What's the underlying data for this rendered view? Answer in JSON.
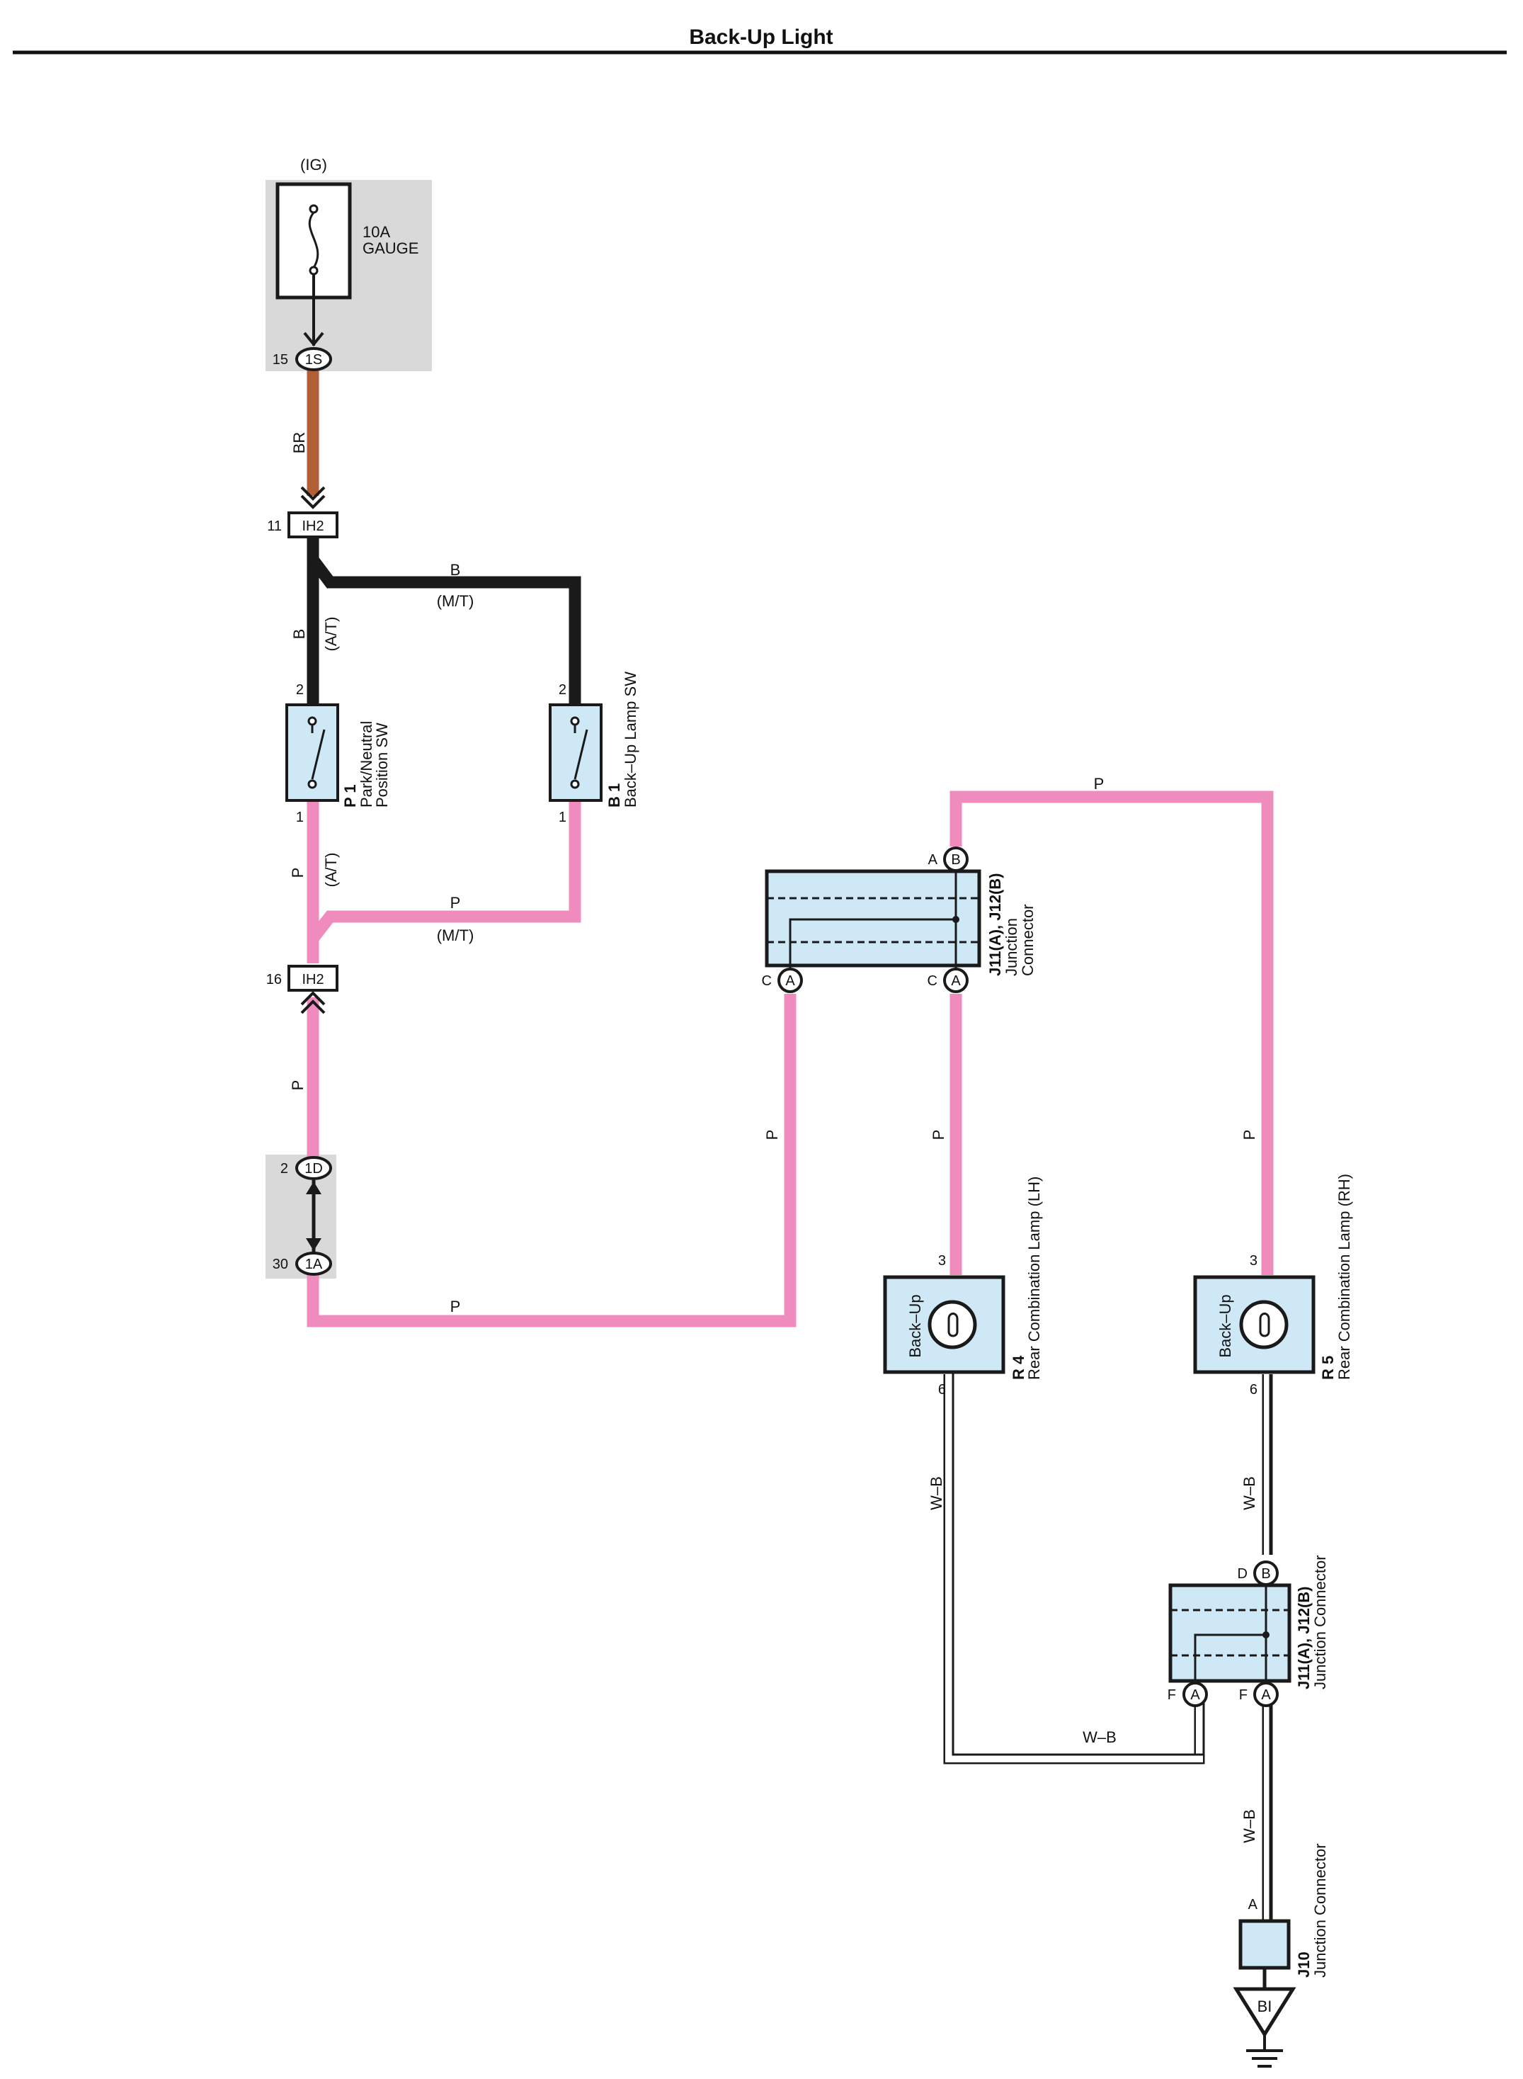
{
  "title": "Back-Up Light",
  "colors": {
    "pink": "#f08bbd",
    "brown": "#b35f35",
    "black": "#1a1a1a",
    "component_fill": "#cfe8f6",
    "grey_block": "#d9d9d9"
  },
  "fuse": {
    "source": "(IG)",
    "rating": "10A",
    "name": "GAUGE",
    "pin": "15",
    "connector": "1S"
  },
  "wires": {
    "br": "BR",
    "b": "B",
    "p": "P",
    "wb": "W–B",
    "at": "(A/T)",
    "mt": "(M/T)"
  },
  "ih2_top": {
    "pin": "11",
    "label": "IH2"
  },
  "ih2_bottom": {
    "pin": "16",
    "label": "IH2"
  },
  "block_1d": {
    "pin": "2",
    "label": "1D"
  },
  "block_1a": {
    "pin": "30",
    "label": "1A"
  },
  "p1": {
    "code": "P 1",
    "line1": "Park/Neutral",
    "line2": "Position SW",
    "pin_top": "2",
    "pin_bottom": "1"
  },
  "b1": {
    "code": "B 1",
    "name": "Back–Up Lamp SW",
    "pin_top": "2",
    "pin_bottom": "1"
  },
  "j11_upper": {
    "code": "J11(A), J12(B)",
    "line1": "Junction",
    "line2": "Connector",
    "pin_b": "A",
    "letter_b": "B",
    "pin_left": "C",
    "letter_left": "A",
    "pin_right": "C",
    "letter_right": "A"
  },
  "j11_lower": {
    "code": "J11(A), J12(B)",
    "name": "Junction Connector",
    "pin_b": "D",
    "letter_b": "B",
    "pin_left": "F",
    "letter_left": "A",
    "pin_right": "F",
    "letter_right": "A"
  },
  "r4": {
    "code": "R 4",
    "name": "Rear Combination Lamp (LH)",
    "bulb": "Back–Up",
    "pin_top": "3",
    "pin_bottom": "6"
  },
  "r5": {
    "code": "R 5",
    "name": "Rear Combination Lamp (RH)",
    "bulb": "Back–Up",
    "pin_top": "3",
    "pin_bottom": "6"
  },
  "j10": {
    "code": "J10",
    "name": "Junction Connector",
    "pin": "A"
  },
  "ground": {
    "label": "BI"
  }
}
